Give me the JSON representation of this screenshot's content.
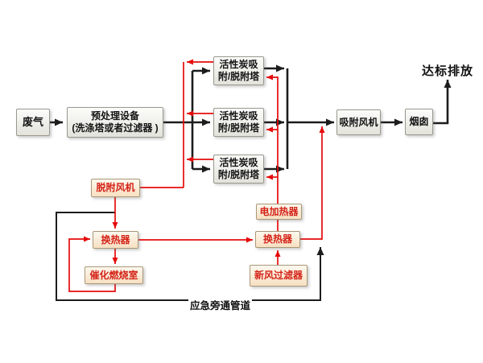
{
  "diagram": {
    "background": "#ffffff",
    "colors": {
      "black_line": "#1c1c1c",
      "red_line": "#e50b0b",
      "gray_box_fill_top": "#fcfcfa",
      "gray_box_fill_bottom": "#e3e3dc",
      "gray_box_border": "#99998f",
      "pink_box_fill_top": "#fdf8ee",
      "pink_box_fill_bottom": "#f7e0c2",
      "pink_box_border": "#a99878",
      "red_text": "#d42318",
      "black_text": "#141414"
    },
    "nodes": {
      "waste_gas": {
        "label": "废气"
      },
      "pretreatment": {
        "line1": "预处理设备",
        "line2": "(洗涤塔或者过滤器 )"
      },
      "carbon_tower": {
        "line1": "活性炭吸",
        "line2": "附/脱附塔"
      },
      "adsorption_fan": {
        "label": "吸附风机"
      },
      "chimney": {
        "label": "烟囱"
      },
      "desorption_fan": {
        "label": "脱附风机"
      },
      "heat_exchanger_left": {
        "label": "换热器"
      },
      "catalytic_chamber": {
        "label": "催化燃烧室"
      },
      "electric_heater": {
        "label": "电加热器"
      },
      "heat_exchanger_right": {
        "label": "换热器"
      },
      "fresh_air_filter": {
        "label": "新风过滤器"
      }
    },
    "annotations": {
      "emission": "达标排放",
      "bypass": "应急旁通管道"
    }
  }
}
